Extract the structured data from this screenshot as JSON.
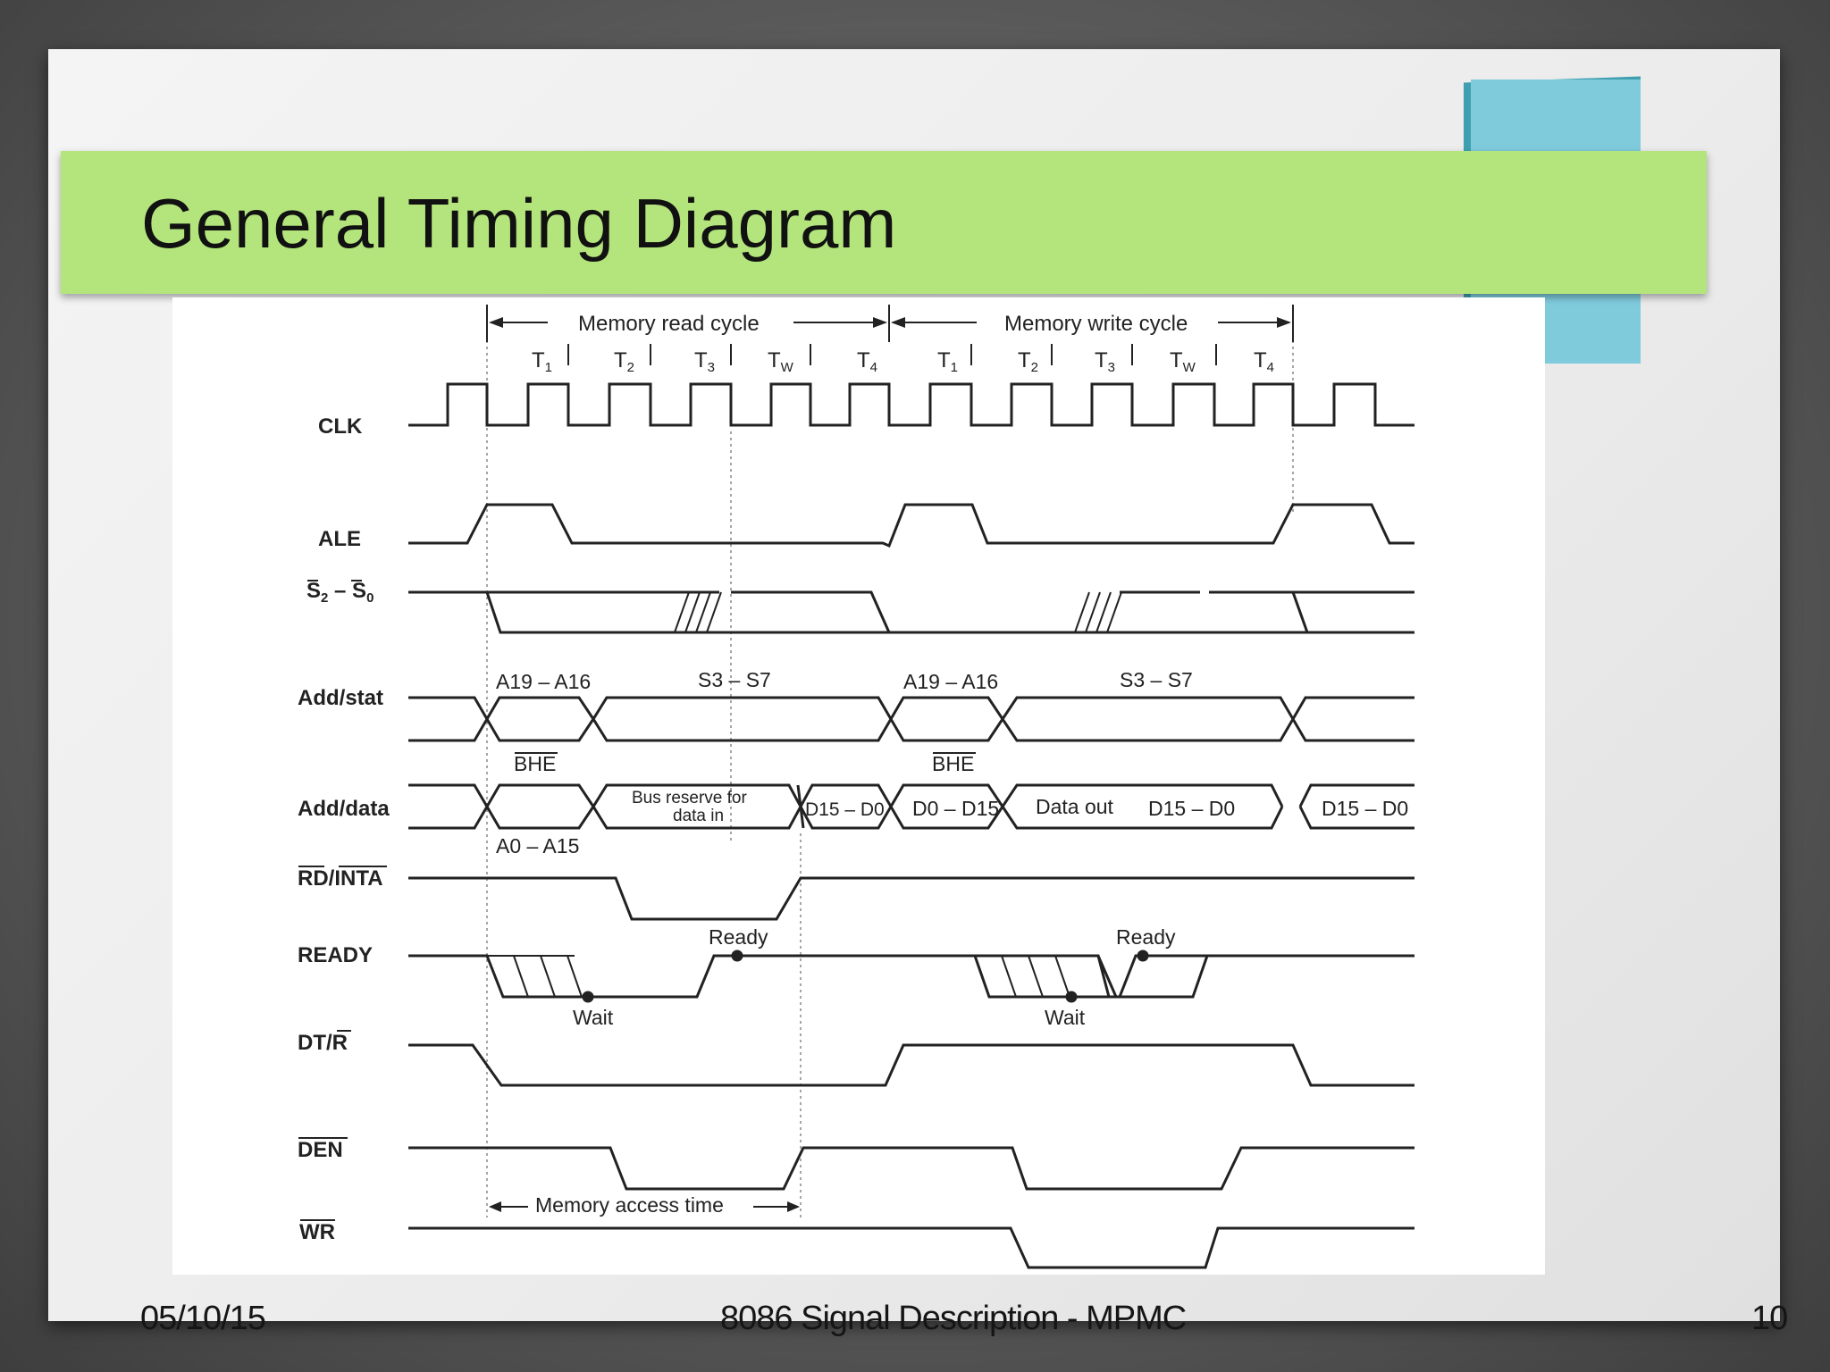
{
  "title": "General Timing Diagram",
  "footer": {
    "date": "05/10/15",
    "center": "8086 Signal Description - MPMC",
    "page": "10"
  },
  "diagram": {
    "cycles": {
      "read": "Memory read cycle",
      "write": "Memory write cycle"
    },
    "states": [
      "T",
      "T",
      "T",
      "T",
      "T",
      "T",
      "T",
      "T",
      "T",
      "T"
    ],
    "state_subs": [
      "1",
      "2",
      "3",
      "W",
      "4",
      "1",
      "2",
      "3",
      "W",
      "4"
    ],
    "signals": {
      "clk": "CLK",
      "ale": "ALE",
      "s": "S",
      "s_sub1": "2",
      "s_dash": " – ",
      "s_sub2": "0",
      "addstat": "Add/stat",
      "adddata": "Add/data",
      "rd": "RD/",
      "inta": "INTA",
      "ready": "READY",
      "dt": "DT/",
      "dt_r": "R",
      "den": "DEN",
      "wr": "WR"
    },
    "labels": {
      "a19_a16_read": "A19 – A16",
      "a19_a16_write": "A19 – A16",
      "s3_s7_read": "S3 – S7",
      "s3_s7_write": "S3 – S7",
      "bhe_read": "BHE",
      "bhe_write": "BHE",
      "bus_reserve_1": "Bus reserve for",
      "bus_reserve_2": "data in",
      "d15_d0_read": "D15 – D0",
      "d0_d15_write": "D0 – D15",
      "data_out": "Data out",
      "d15_d0_write": "D15 – D0",
      "d15_d0_next": "D15 – D0",
      "a0_a15": "A0 – A15",
      "ready_read": "Ready",
      "ready_write": "Ready",
      "wait_read": "Wait",
      "wait_write": "Wait",
      "memory_access_time": "Memory access time"
    }
  }
}
